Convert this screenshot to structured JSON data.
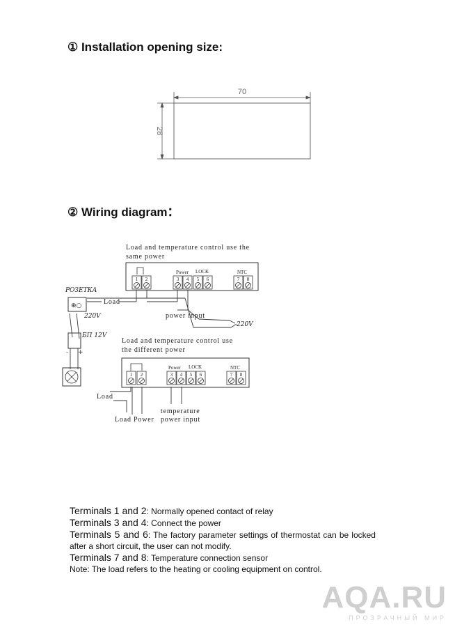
{
  "section1": {
    "title": "① Installation opening size:",
    "dim_width": "70",
    "dim_height": "28"
  },
  "section2": {
    "title": "② Wiring diagram：",
    "same_power_label_line1": "Load and temperature control use the",
    "same_power_label_line2": "same power",
    "diff_power_label_line1": "Load and temperature control use",
    "diff_power_label_line2": "the different power",
    "terminal_numbers": [
      "1",
      "2",
      "3",
      "4",
      "5",
      "6",
      "7",
      "8"
    ],
    "power_label": "Power",
    "lock_label": "LOCK",
    "ntc_label": "NTC",
    "load_label": "Load",
    "power_input_label": "power input",
    "load_power_label": "Load Power",
    "temperature_label": "temperature",
    "handwritten": {
      "socket": "РОЗЕТКА",
      "v220_left": "220V",
      "psu": "БП 12V",
      "v220_right": "220V",
      "plus": "+",
      "minus": "-"
    }
  },
  "notes": {
    "t12_lead": "Terminals 1 and 2",
    "t12_text": ": Normally opened contact of relay",
    "t34_lead": "Terminals 3 and 4",
    "t34_text": ": Connect the power",
    "t56_lead": "Terminals 5 and 6",
    "t56_text": ": The factory parameter settings of thermostat can be locked after a short circuit, the user can not modify.",
    "t78_lead": "Terminals 7 and 8",
    "t78_text": ": Temperature connection sensor",
    "note": "Note: The load refers to the heating or cooling equipment on control."
  },
  "watermark": {
    "main": "AQA.RU",
    "sub": "ПРОЗРАЧНЫЙ МИР"
  }
}
